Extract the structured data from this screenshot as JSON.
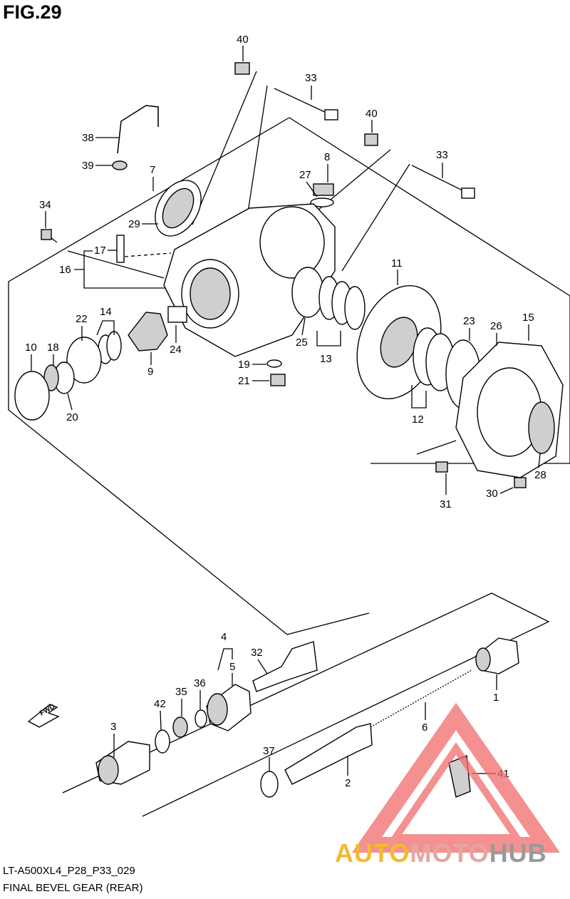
{
  "figure": {
    "title": "FIG.29",
    "model_code": "LT-A500XL4_P28_P33_029",
    "name": "FINAL BEVEL GEAR (REAR)",
    "fwd_label": "FWD"
  },
  "callouts": [
    "40",
    "33",
    "40",
    "33",
    "38",
    "8",
    "39",
    "7",
    "27",
    "34",
    "29",
    "17",
    "16",
    "11",
    "14",
    "22",
    "23",
    "26",
    "15",
    "10",
    "18",
    "24",
    "25",
    "9",
    "19",
    "13",
    "21",
    "20",
    "12",
    "28",
    "31",
    "30",
    "4",
    "32",
    "5",
    "36",
    "35",
    "42",
    "1",
    "3",
    "6",
    "37",
    "41",
    "2"
  ],
  "watermark": {
    "part1": "AUTO",
    "part2": "MOTO",
    "part3": "HUB",
    "colors": {
      "orange": "#f5b830",
      "pink": "#e8a5a0",
      "gray": "#9a9a9a",
      "triangle": "#f26b6b"
    }
  }
}
